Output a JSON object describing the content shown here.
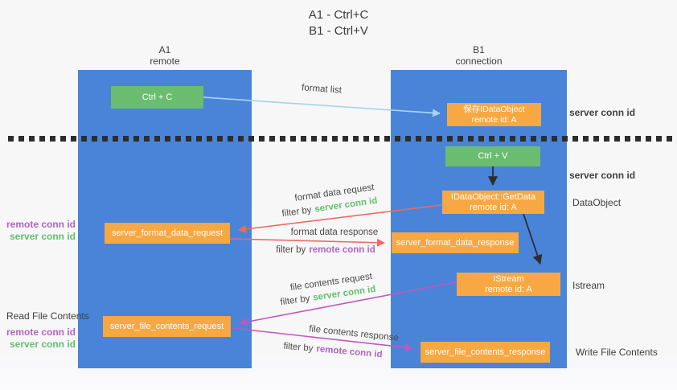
{
  "title": {
    "line1": "A1 - Ctrl+C",
    "line2": "B1 - Ctrl+V"
  },
  "columns": {
    "left": {
      "name": "A1",
      "role": "remote"
    },
    "right": {
      "name": "B1",
      "role": "connection"
    }
  },
  "nodes": {
    "ctrl_c": {
      "label": "Ctrl + C"
    },
    "ctrl_v": {
      "label": "Ctrl + V"
    },
    "save_dataobject": {
      "line1": "保存IDataObject",
      "line2": "remote id: A"
    },
    "getdata": {
      "line1": "IDataObject::GetData",
      "line2": "remote id: A"
    },
    "istream": {
      "line1": "IStream",
      "line2": "remote id: A"
    },
    "server_format_data_request": {
      "label": "server_format_data_request"
    },
    "server_format_data_response": {
      "label": "server_format_data_response"
    },
    "server_file_contents_request": {
      "label": "server_file_contents_request"
    },
    "server_file_contents_response": {
      "label": "server_file_contents_response"
    }
  },
  "edge_labels": {
    "format_list": "format list",
    "format_data_request": "format data request",
    "format_data_response": "format data response",
    "file_contents_request": "file contents request",
    "file_contents_response": "file contents response",
    "filter_by": "filter by",
    "server_conn_id": "server conn id",
    "remote_conn_id": "remote conn id"
  },
  "annotations": {
    "left": {
      "format_group": {
        "remote_conn_id": "remote conn id",
        "server_conn_id": "server conn id"
      },
      "read_file_contents": "Read File Contents",
      "file_group": {
        "remote_conn_id": "remote conn id",
        "server_conn_id": "server conn id"
      }
    },
    "right": {
      "server_conn_id_top": "server conn id",
      "server_conn_id_mid": "server conn id",
      "dataobject": "DataObject",
      "istream": "Istream",
      "write_file_contents": "Write File Contents"
    }
  },
  "colors": {
    "column_blue": "#4a84d8",
    "node_green": "#6abd6e",
    "node_orange": "#f7a842",
    "arrow_red": "#ed6a5e",
    "arrow_magenta": "#c057c0",
    "arrow_lightblue": "#a8d2f0",
    "arrow_black": "#2d2d2d",
    "text_green": "#62c06c",
    "text_purple": "#b263c5",
    "text_dark": "#3f3f3f"
  }
}
